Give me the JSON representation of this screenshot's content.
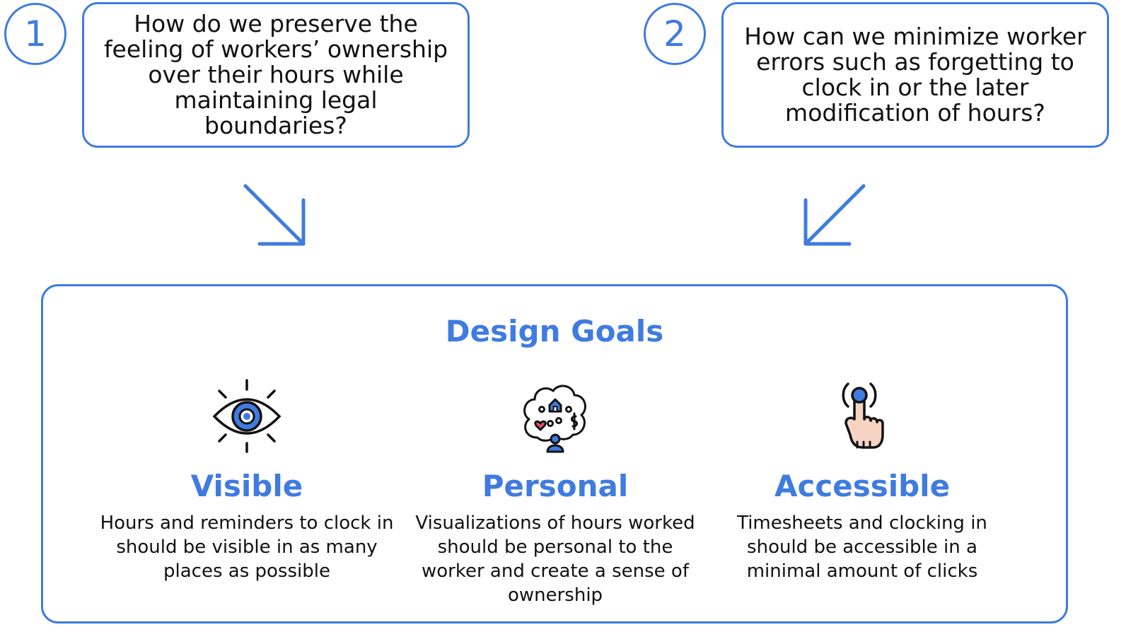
{
  "colors": {
    "accent": "#3F7BE0",
    "text": "#111111",
    "skin": "#F6D3C2",
    "heart": "#F0506E"
  },
  "questions": [
    {
      "number": "1",
      "text": "How do we preserve the feeling of workers’ ownership over their hours while maintaining legal boundaries?"
    },
    {
      "number": "2",
      "text": "How can we minimize worker errors such as forgetting to clock in or the later modification of hours?"
    }
  ],
  "panel": {
    "title": "Design Goals",
    "goals": [
      {
        "icon": "eye-icon",
        "title": "Visible",
        "description": "Hours and reminders to clock in should be visible in as many places as possible"
      },
      {
        "icon": "tree-person-icon",
        "title": "Personal",
        "description": "Visualizations of hours worked should be personal to the worker and create a sense of ownership"
      },
      {
        "icon": "finger-tap-icon",
        "title": "Accessible",
        "description": "Timesheets and clocking in should be accessible in a minimal amount of clicks"
      }
    ]
  }
}
